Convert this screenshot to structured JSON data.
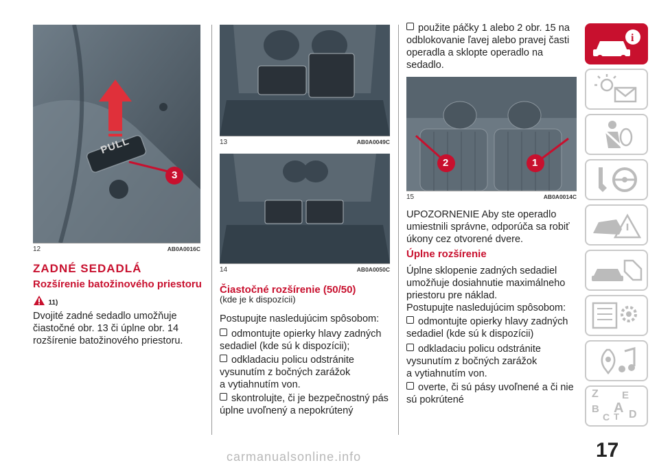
{
  "figures": {
    "fig12": {
      "num": "12",
      "code": "AB0A0016C",
      "pull_label": "PULL",
      "marker": "3"
    },
    "fig13": {
      "num": "13",
      "code": "AB0A0049C"
    },
    "fig14": {
      "num": "14",
      "code": "AB0A0050C"
    },
    "fig15": {
      "num": "15",
      "code": "AB0A0014C",
      "marker1": "2",
      "marker2": "1"
    }
  },
  "col1": {
    "heading": "ZADNÉ SEDADLÁ",
    "subheading": "Rozšírenie batožinového priestoru",
    "warning_ref": "11)",
    "para_lines": [
      "Dvojité zadné sedadlo umožňuje",
      "čiastočné obr. 13 či úplne obr. 14",
      "rozšírenie batožinového priestoru."
    ]
  },
  "col2": {
    "heading": "Čiastočné rozšírenie (50/50)",
    "heading_note": "(kde je k dispozícii)",
    "intro": "Postupujte nasledujúcim spôsobom:",
    "b1": [
      "odmontujte opierky hlavy zadných",
      "sedadiel (kde sú k dispozícii);"
    ],
    "b2": [
      "odkladaciu policu odstránite",
      "vysunutím z bočných zarážok",
      "a vytiahnutím von."
    ],
    "b3": [
      "skontrolujte, či je bezpečnostný pás",
      "úplne uvoľnený a nepokrútený"
    ]
  },
  "col3": {
    "b0": [
      "použite páčky 1 alebo 2 obr. 15 na",
      "odblokovanie ľavej alebo pravej časti",
      "operadla a sklopte operadlo na",
      "sedadlo."
    ],
    "warning": [
      "UPOZORNENIE Aby ste operadlo",
      "umiestnili správne, odporúča sa robiť",
      "úkony cez otvorené dvere."
    ],
    "heading": "Úplne rozšírenie",
    "para": [
      "Úplne sklopenie zadných sedadiel",
      "umožňuje dosiahnutie maximálneho",
      "priestoru pre náklad.",
      "Postupujte nasledujúcim spôsobom:"
    ],
    "b1": [
      "odmontujte opierky hlavy zadných",
      "sedadiel (kde sú k dispozícii)"
    ],
    "b2": [
      "odkladaciu policu odstránite",
      "vysunutím z bočných zarážok",
      "a vytiahnutím von."
    ],
    "b3": [
      "overte, či sú pásy uvoľnené a či nie",
      "sú pokrútené"
    ]
  },
  "side_tabs": [
    "car-info-icon",
    "warning-lights-icon",
    "safety-icon",
    "starting-driving-icon",
    "emergency-icon",
    "maintenance-icon",
    "multimedia-icon",
    "index-icon"
  ],
  "index_letters": [
    "Z",
    "E",
    "B",
    "A",
    "C",
    "D",
    "T"
  ],
  "page_number": "17",
  "watermark": "carmanualsonline.info",
  "colors": {
    "accent": "#c8102e"
  }
}
